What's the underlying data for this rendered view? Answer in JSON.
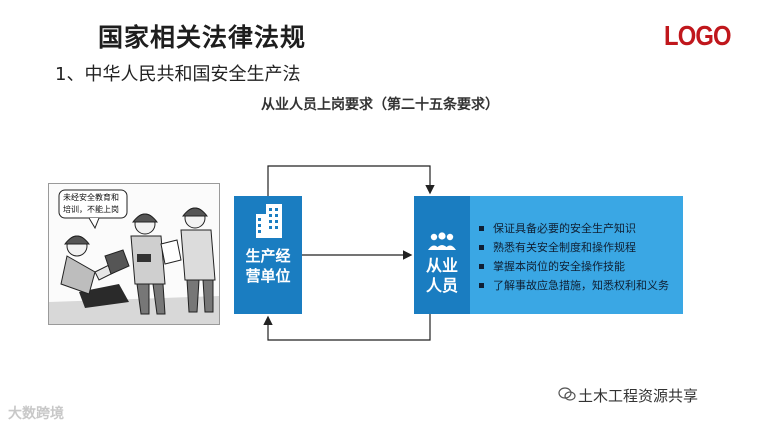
{
  "header": {
    "title": "国家相关法律法规",
    "logo": "LOGO",
    "subtitle": "1、中华人民共和国安全生产法"
  },
  "section": {
    "heading": "从业人员上岗要求（第二十五条要求）"
  },
  "cartoon": {
    "speech_line1": "未经安全教育和",
    "speech_line2": "培训，不能上岗"
  },
  "org_box": {
    "label_line1": "生产经",
    "label_line2": "营单位",
    "icon": "building-icon"
  },
  "worker_box": {
    "label_line1": "从业",
    "label_line2": "人员",
    "icon": "people-icon"
  },
  "requirements": [
    "保证具备必要的安全生产知识",
    "熟悉有关安全制度和操作规程",
    "掌握本岗位的安全操作技能",
    "了解事故应急措施，知悉权利和义务"
  ],
  "watermark": {
    "text": "土木工程资源共享",
    "icon": "wechat-icon"
  },
  "corner_mark": "大数跨境",
  "colors": {
    "logo_red": "#c0171c",
    "box_blue": "#1a7dc1",
    "panel_blue": "#3aa7e4"
  }
}
